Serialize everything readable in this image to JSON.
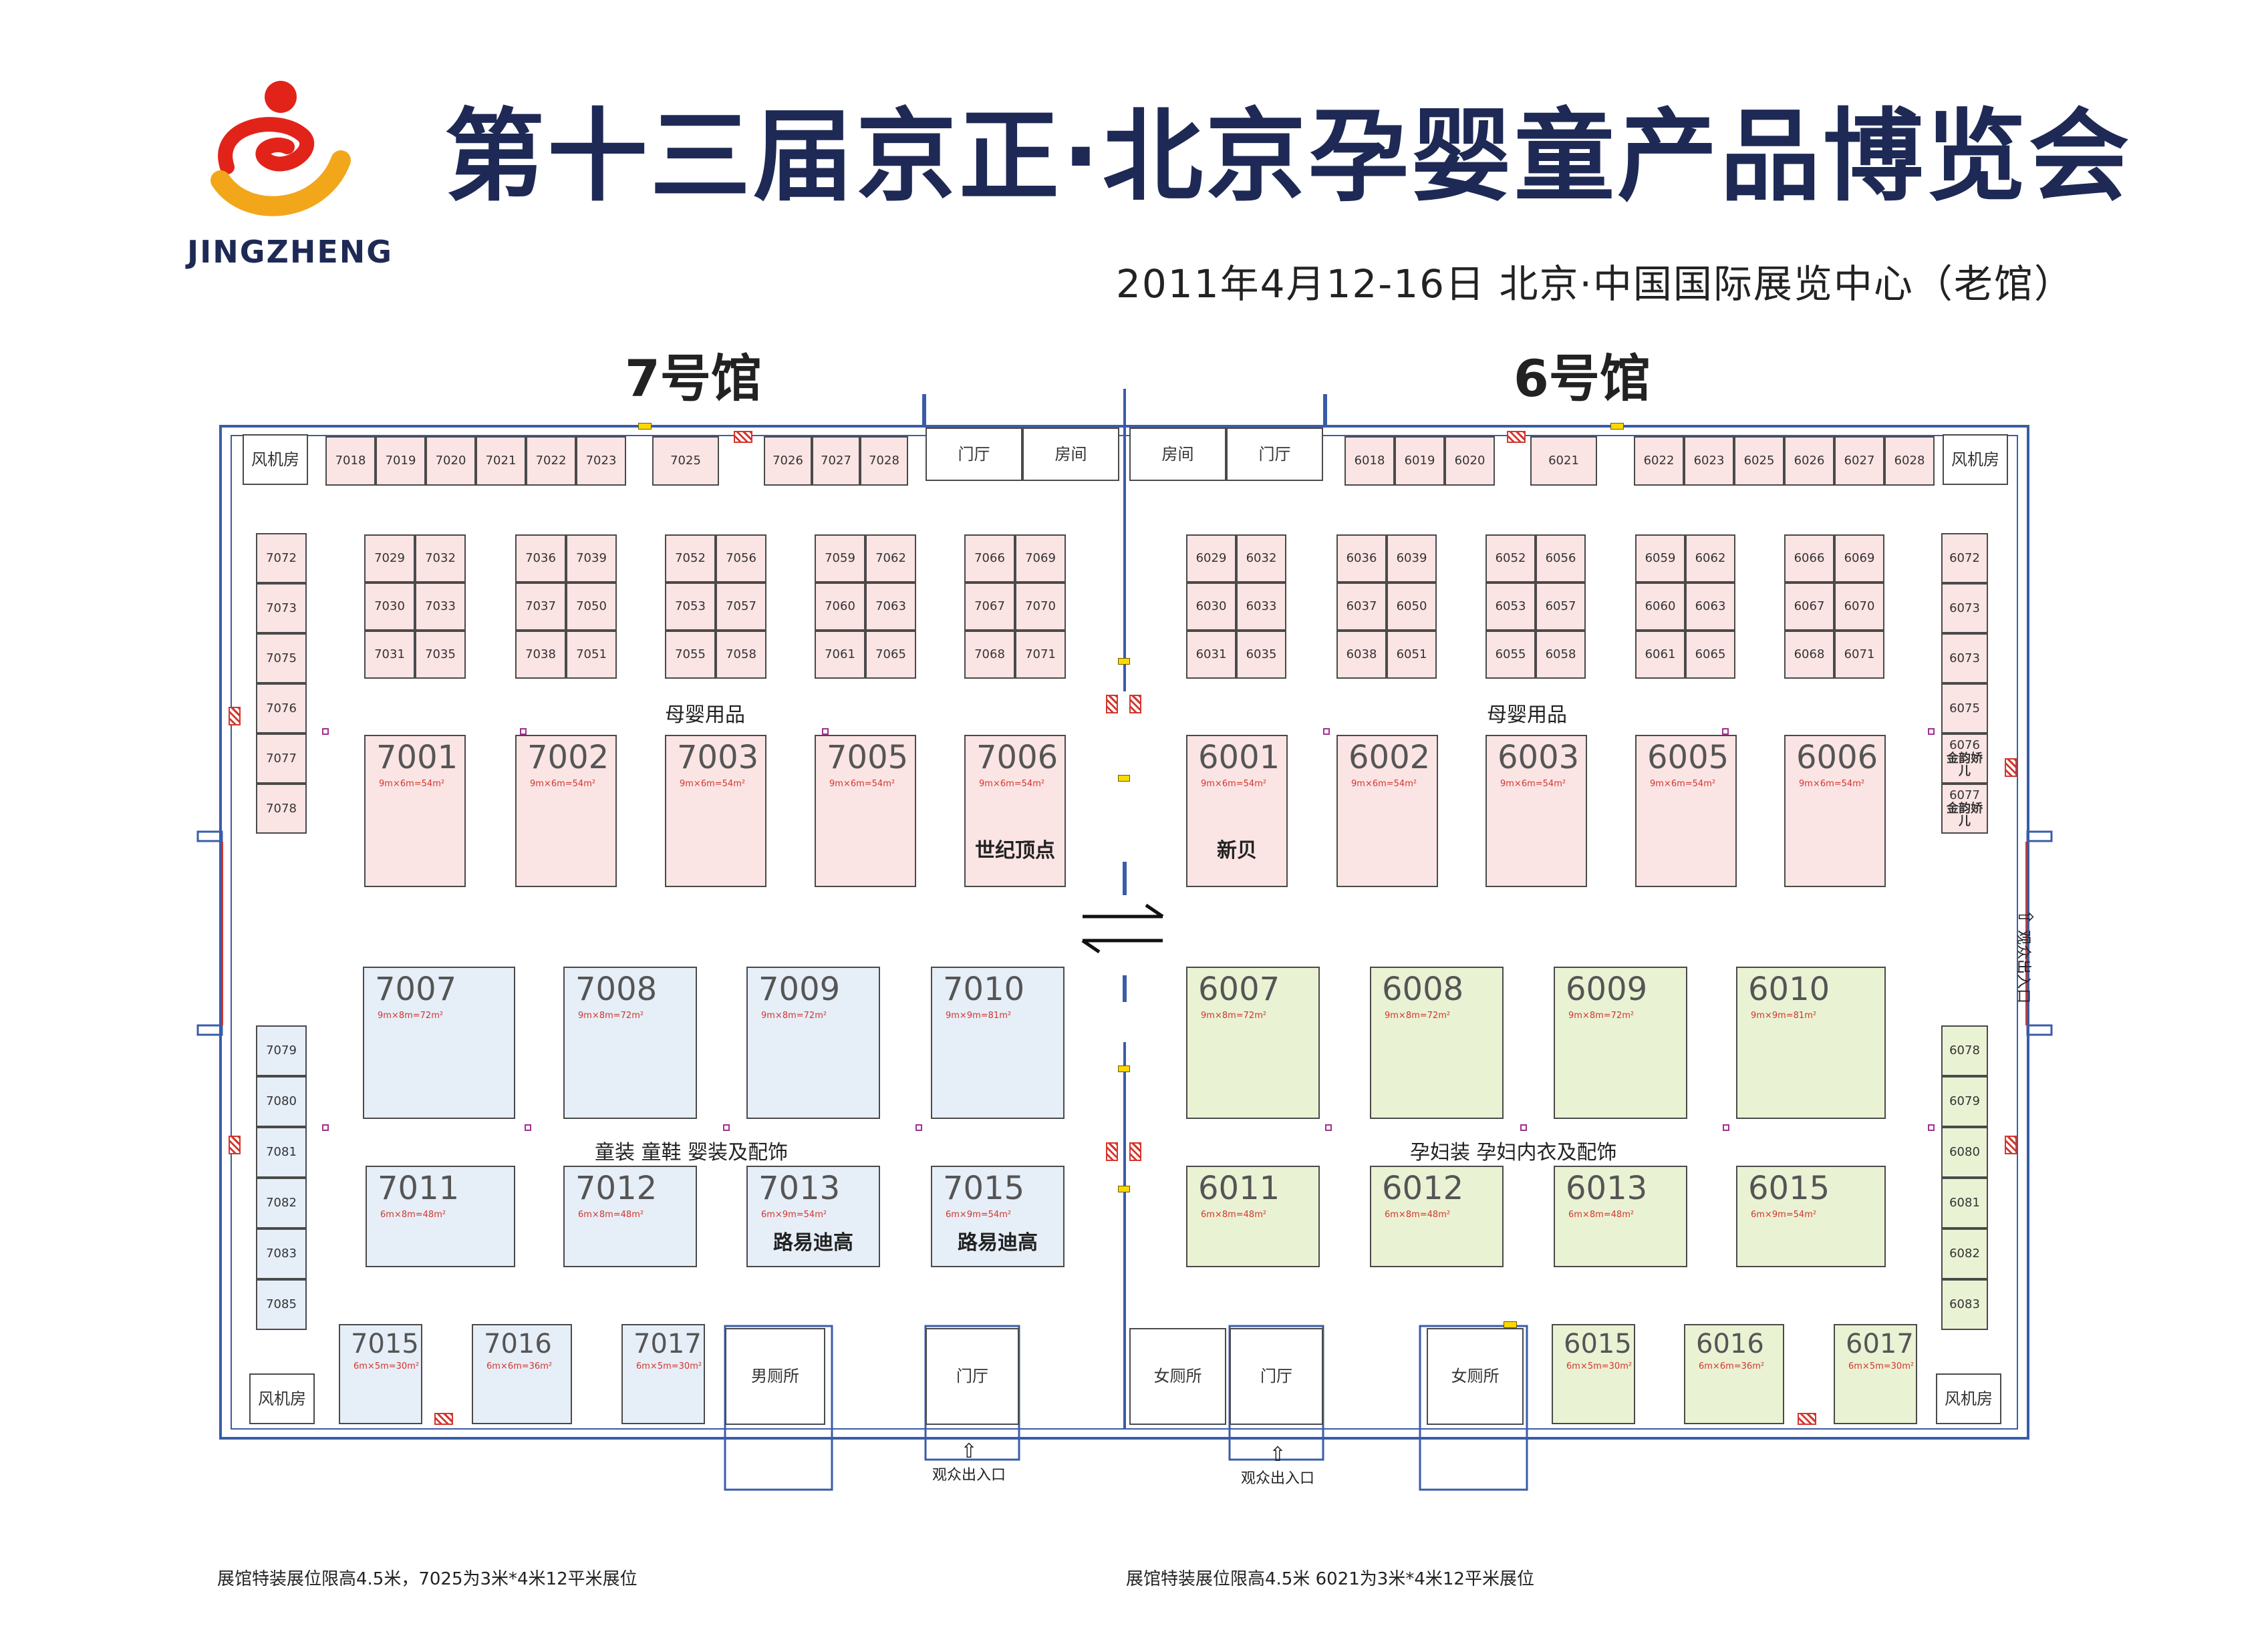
{
  "header": {
    "title": "第十三届京正·北京孕婴童产品博览会",
    "subtitle": "2011年4月12-16日   北京·中国国际展览中心（老馆）",
    "logo_text": "JINGZHENG"
  },
  "halls": {
    "hall7": "7号馆",
    "hall6": "6号馆"
  },
  "rooms": {
    "fan_room": "风机房",
    "lobby": "门厅",
    "room": "房间",
    "mens_toilet": "男厕所",
    "womens_toilet": "女厕所",
    "entrance": "观众出入口"
  },
  "zones": {
    "mother_baby": "母婴用品",
    "kids_wear": "童装  童鞋  婴装及配饰",
    "maternity": "孕妇装  孕妇内衣及配饰"
  },
  "companies": {
    "c7006": "世纪顶点",
    "c6001": "新贝",
    "c7013": "路易迪高",
    "c7015": "路易迪高",
    "c6076": "金韵娇儿",
    "c6077": "金韵娇儿"
  },
  "sizes": {
    "s54": "9m×6m=54m²",
    "s72": "9m×8m=72m²",
    "s81": "9m×9m=81m²",
    "s48": "6m×8m=48m²",
    "s54b": "6m×9m=54m²",
    "s30": "6m×5m=30m²",
    "s36": "6m×6m=36m²"
  },
  "notes": {
    "left": "展馆特装展位限高4.5米，7025为3米*4米12平米展位",
    "right": "展馆特装展位限高4.5米 6021为3米*4米12平米展位"
  },
  "top_row_7": [
    "7018",
    "7019",
    "7020",
    "7021",
    "7022",
    "7023",
    "7025",
    "7026",
    "7027",
    "7028"
  ],
  "top_row_6": [
    "6018",
    "6019",
    "6020",
    "6021",
    "6022",
    "6023",
    "6025",
    "6026",
    "6027",
    "6028"
  ],
  "blocks_7": [
    [
      "7029",
      "7032",
      "7030",
      "7033",
      "7031",
      "7035"
    ],
    [
      "7036",
      "7039",
      "7037",
      "7050",
      "7038",
      "7051"
    ],
    [
      "7052",
      "7056",
      "7053",
      "7057",
      "7055",
      "7058"
    ],
    [
      "7059",
      "7062",
      "7060",
      "7063",
      "7061",
      "7065"
    ],
    [
      "7066",
      "7069",
      "7067",
      "7070",
      "7068",
      "7071"
    ]
  ],
  "blocks_6": [
    [
      "6029",
      "6032",
      "6030",
      "6033",
      "6031",
      "6035"
    ],
    [
      "6036",
      "6039",
      "6037",
      "6050",
      "6038",
      "6051"
    ],
    [
      "6052",
      "6056",
      "6053",
      "6057",
      "6055",
      "6058"
    ],
    [
      "6059",
      "6062",
      "6060",
      "6063",
      "6061",
      "6065"
    ],
    [
      "6066",
      "6069",
      "6067",
      "6070",
      "6068",
      "6071"
    ]
  ],
  "left_col_top": [
    "7072",
    "7073",
    "7075",
    "7076",
    "7077",
    "7078"
  ],
  "left_col_bottom": [
    "7079",
    "7080",
    "7081",
    "7082",
    "7083",
    "7085"
  ],
  "right_col_top": [
    "6072",
    "6073",
    "6073",
    "6075",
    "6076",
    "6077"
  ],
  "right_col_bottom": [
    "6078",
    "6079",
    "6080",
    "6081",
    "6082",
    "6083"
  ],
  "big_booths": {
    "b7001": "7001",
    "b7002": "7002",
    "b7003": "7003",
    "b7005": "7005",
    "b7006": "7006",
    "b6001": "6001",
    "b6002": "6002",
    "b6003": "6003",
    "b6005": "6005",
    "b6006": "6006",
    "b7007": "7007",
    "b7008": "7008",
    "b7009": "7009",
    "b7010": "7010",
    "b6007": "6007",
    "b6008": "6008",
    "b6009": "6009",
    "b6010": "6010",
    "b7011": "7011",
    "b7012": "7012",
    "b7013": "7013",
    "b7015": "7015",
    "b6011": "6011",
    "b6012": "6012",
    "b6013": "6013",
    "b6015": "6015",
    "b7015b": "7015",
    "b7016": "7016",
    "b7017": "7017",
    "b6015b": "6015",
    "b6016": "6016",
    "b6017": "6017"
  },
  "colors": {
    "hall7_top": "#fbe4e4",
    "hall7_bottom": "#e6eef8",
    "hall6_bottom": "#eaf2d4",
    "wall": "#3a5ca8",
    "title": "#1e2a55"
  }
}
